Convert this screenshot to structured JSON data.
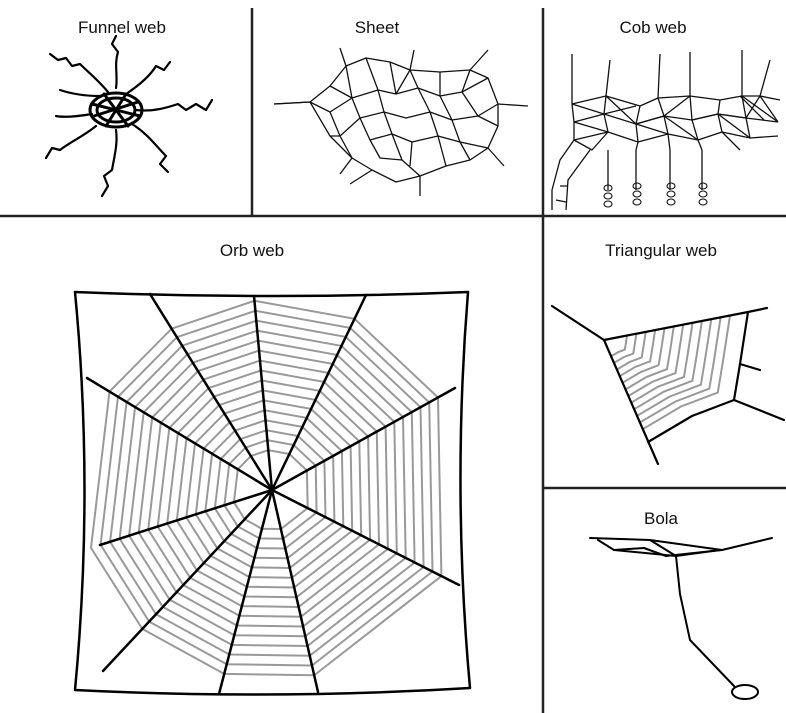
{
  "panels": {
    "funnel": {
      "label": "Funnel web"
    },
    "sheet": {
      "label": "Sheet"
    },
    "cob": {
      "label": "Cob web"
    },
    "orb": {
      "label": "Orb web"
    },
    "triangular": {
      "label": "Triangular web"
    },
    "bola": {
      "label": "Bola"
    }
  }
}
